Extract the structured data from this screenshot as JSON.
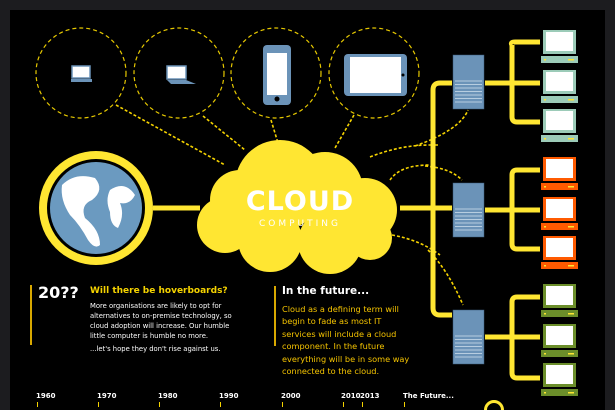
{
  "cloud": {
    "title": "CLOUD",
    "subtitle": "COMPUTING"
  },
  "devices": [
    "laptop-small",
    "laptop",
    "smartphone",
    "tablet"
  ],
  "server_groups": [
    {
      "monitor_color": "#9ccbb8"
    },
    {
      "monitor_color": "#ff5a00"
    },
    {
      "monitor_color": "#6b8e2a"
    }
  ],
  "colors": {
    "accent": "#ffe632",
    "server": "#6b93b8",
    "globe": "#6b9ac0"
  },
  "year_panel": {
    "year": "20??",
    "heading": "Will there be hoverboards?",
    "body": "More organisations are likely to opt for alternatives to on-premise technology, so cloud adoption will increase. Our humble little computer is humble no more.",
    "note": "...let's hope they don't rise against us."
  },
  "future_panel": {
    "heading": "In the future...",
    "body": "Cloud as a defining term will begin to fade as most IT services will include a cloud component. In the future everything will be in some way connected to the cloud."
  },
  "timeline": [
    "1960",
    "1970",
    "1980",
    "1990",
    "2000",
    "2010",
    "2013",
    "The Future..."
  ]
}
